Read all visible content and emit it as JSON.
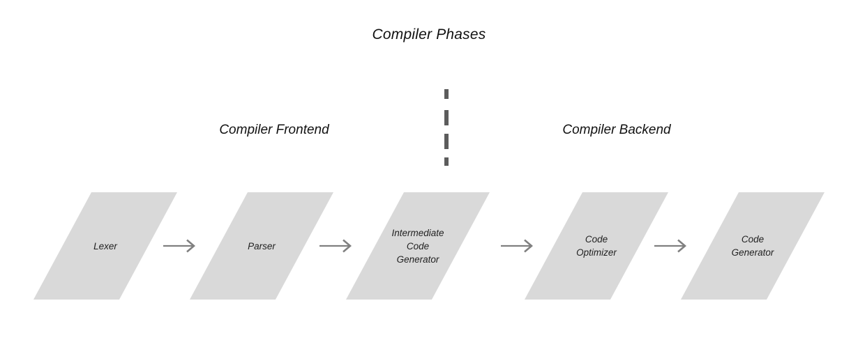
{
  "diagram": {
    "title": "Compiler Phases",
    "sections": [
      {
        "id": "frontend",
        "label": "Compiler Frontend"
      },
      {
        "id": "backend",
        "label": "Compiler Backend"
      }
    ],
    "divider": {
      "name": "frontend-backend-divider",
      "style": "dashed-vertical",
      "color": "#5c5c5c",
      "dash_count": 4
    },
    "colors": {
      "shape_fill": "#d9d9d9",
      "shape_text": "#1f1f1f",
      "arrow": "#808080",
      "title_text": "#111111",
      "background": "#ffffff"
    },
    "stages": [
      {
        "id": "lexer",
        "lines": [
          "Lexer"
        ],
        "section": "frontend"
      },
      {
        "id": "parser",
        "lines": [
          "Parser"
        ],
        "section": "frontend"
      },
      {
        "id": "ir-gen",
        "lines": [
          "Intermediate",
          "Code",
          "Generator"
        ],
        "section": "frontend"
      },
      {
        "id": "optimizer",
        "lines": [
          "Code",
          "Optimizer"
        ],
        "section": "backend"
      },
      {
        "id": "code-gen",
        "lines": [
          "Code",
          "Generator"
        ],
        "section": "backend"
      }
    ],
    "arrows": [
      {
        "id": "arrow-lexer-to-parser",
        "icon": "arrow-right-icon"
      },
      {
        "id": "arrow-parser-to-irgen",
        "icon": "arrow-right-icon"
      },
      {
        "id": "arrow-irgen-to-optimizer",
        "icon": "arrow-right-icon"
      },
      {
        "id": "arrow-optimizer-to-codegen",
        "icon": "arrow-right-icon"
      }
    ]
  }
}
